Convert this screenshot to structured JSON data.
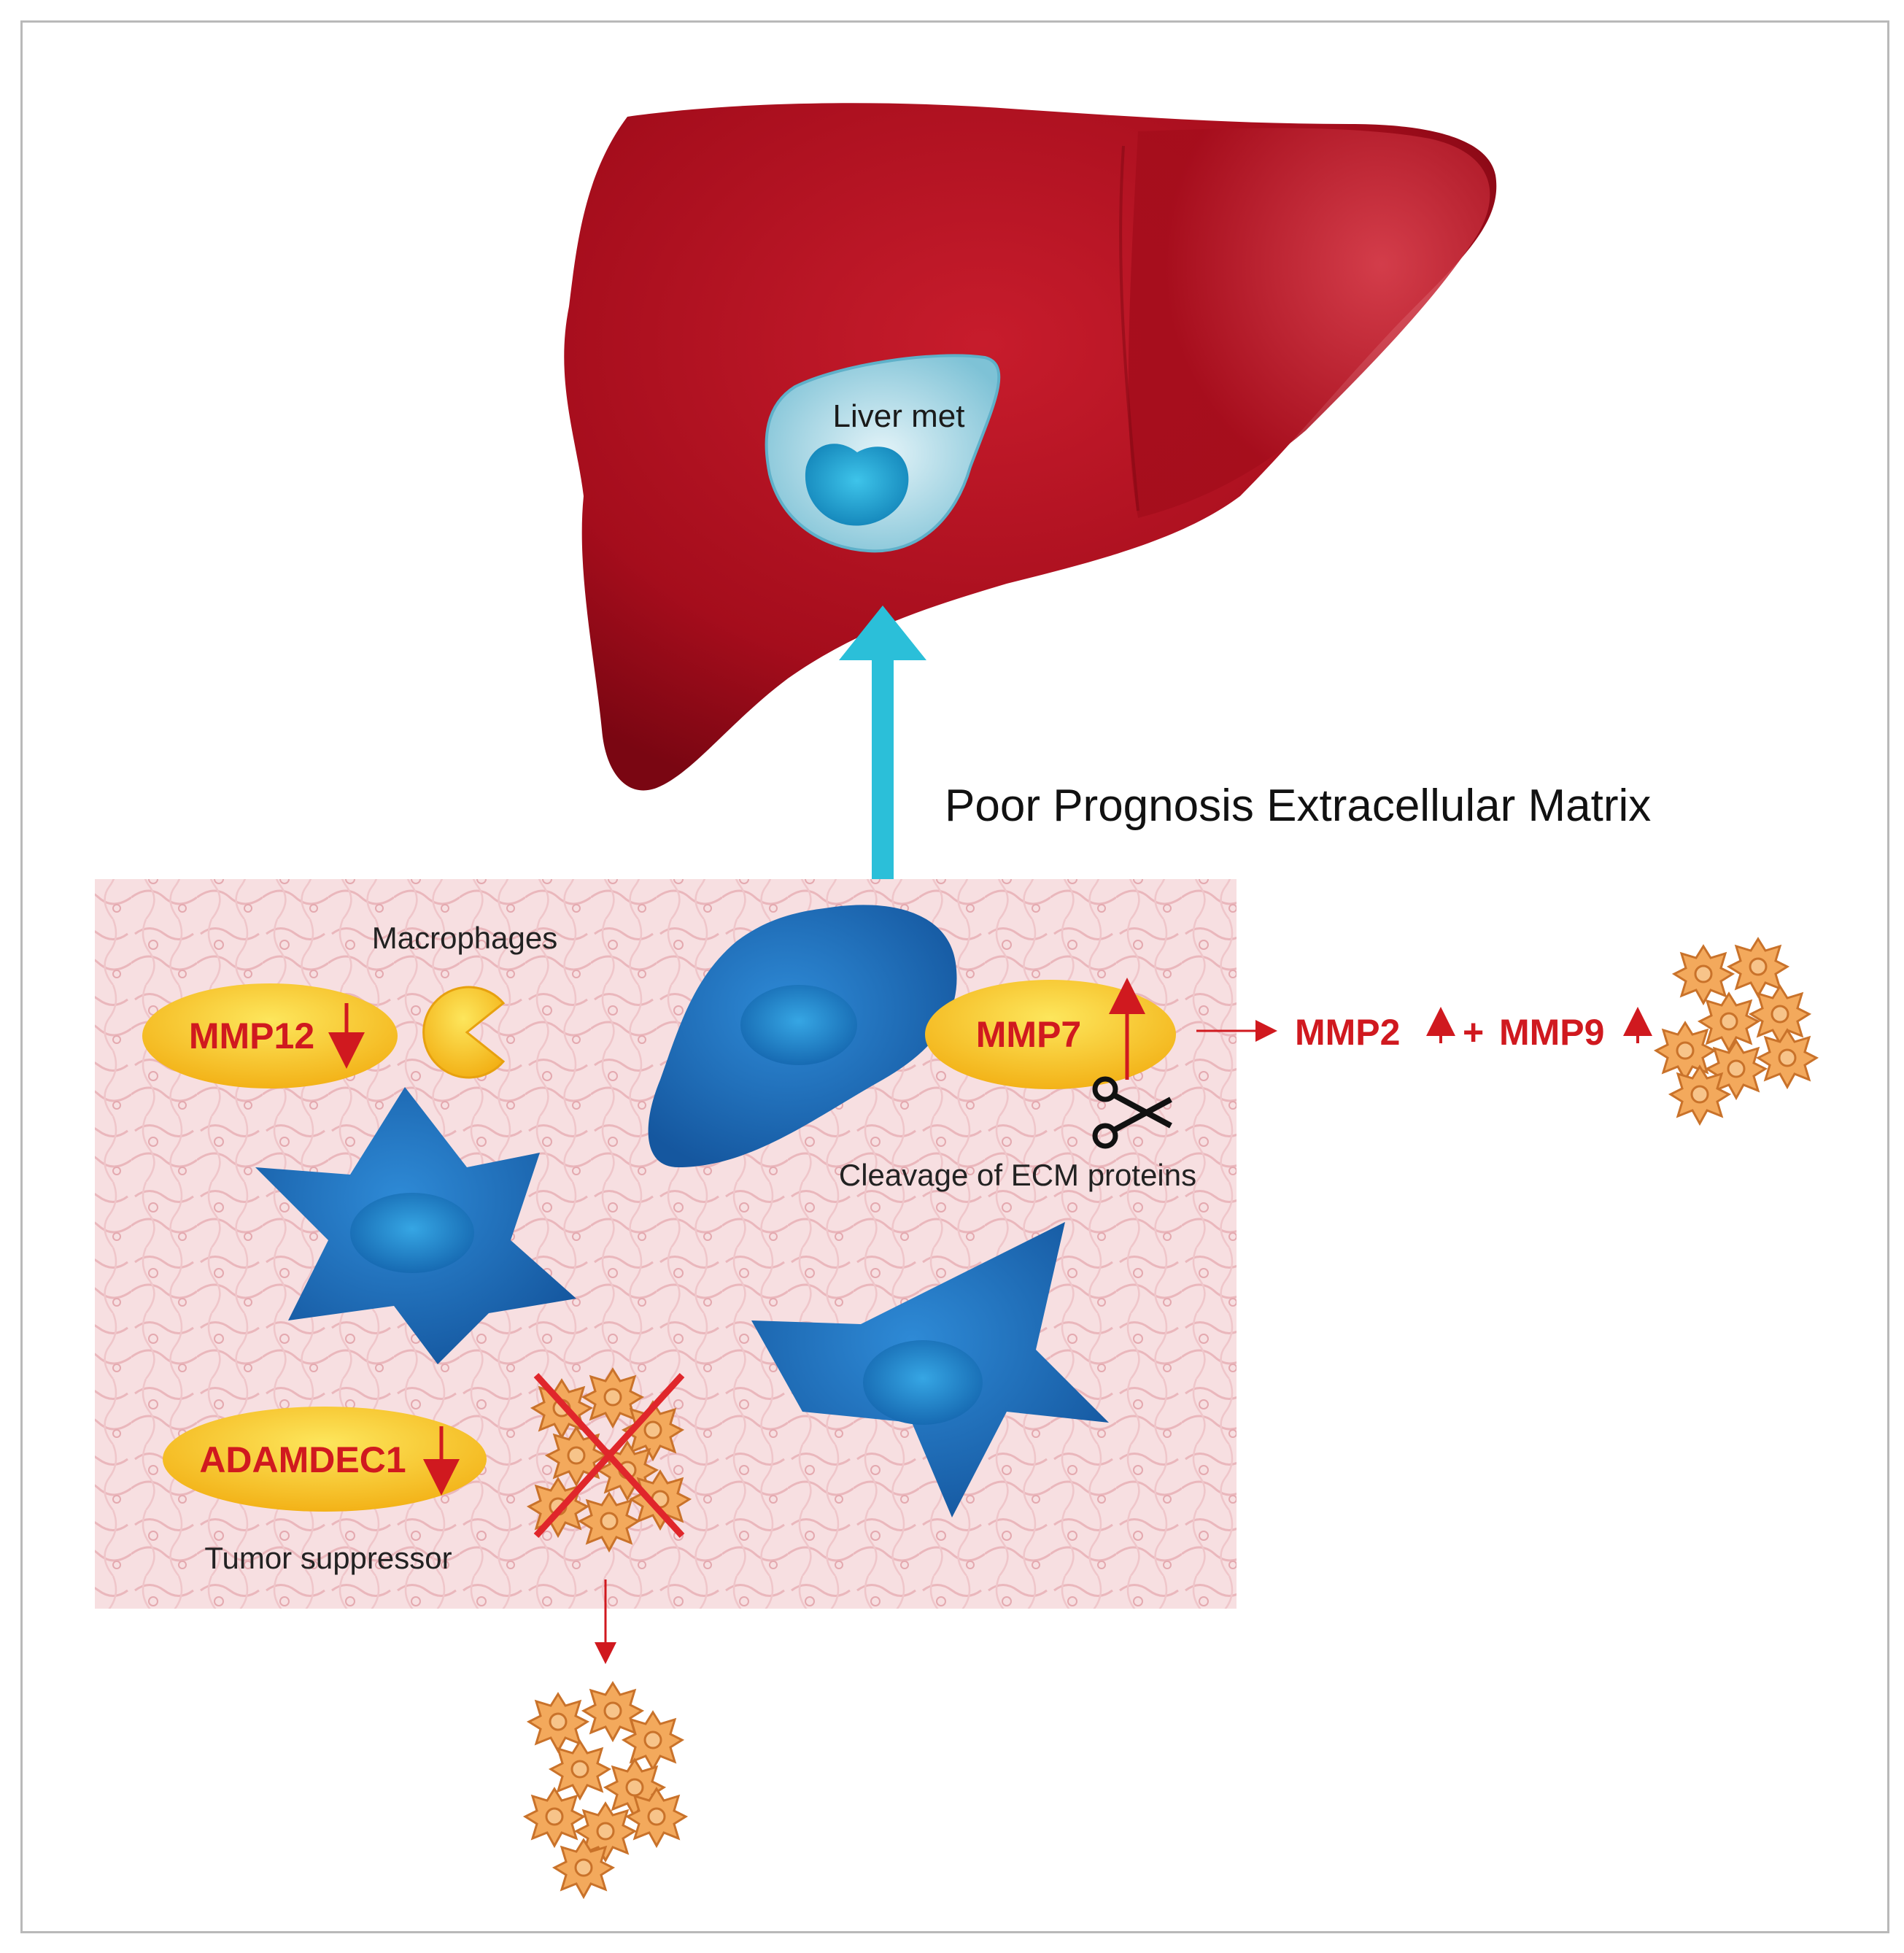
{
  "title": "Poor Prognosis Extracellular Matrix",
  "liver": {
    "label": "Liver met"
  },
  "macrophages": {
    "label": "Macrophages"
  },
  "mmp12": {
    "label": "MMP12"
  },
  "mmp7": {
    "label": "MMP7",
    "caption": "Cleavage of ECM proteins"
  },
  "mmp_products": {
    "mmp2": "MMP2",
    "plus": "+",
    "mmp9": "MMP9"
  },
  "adamdec1": {
    "label": "ADAMDEC1",
    "caption": "Tumor suppressor"
  },
  "colors": {
    "liver": "#a50d1c",
    "arrow_cyan": "#2bbfd9",
    "cell_blue": "#1f6fbf",
    "enzyme_yellow": "#f7c21a",
    "text_red": "#d0191f",
    "tumor_orange": "#f2a85a",
    "tissue_pink": "#f6d9db"
  }
}
